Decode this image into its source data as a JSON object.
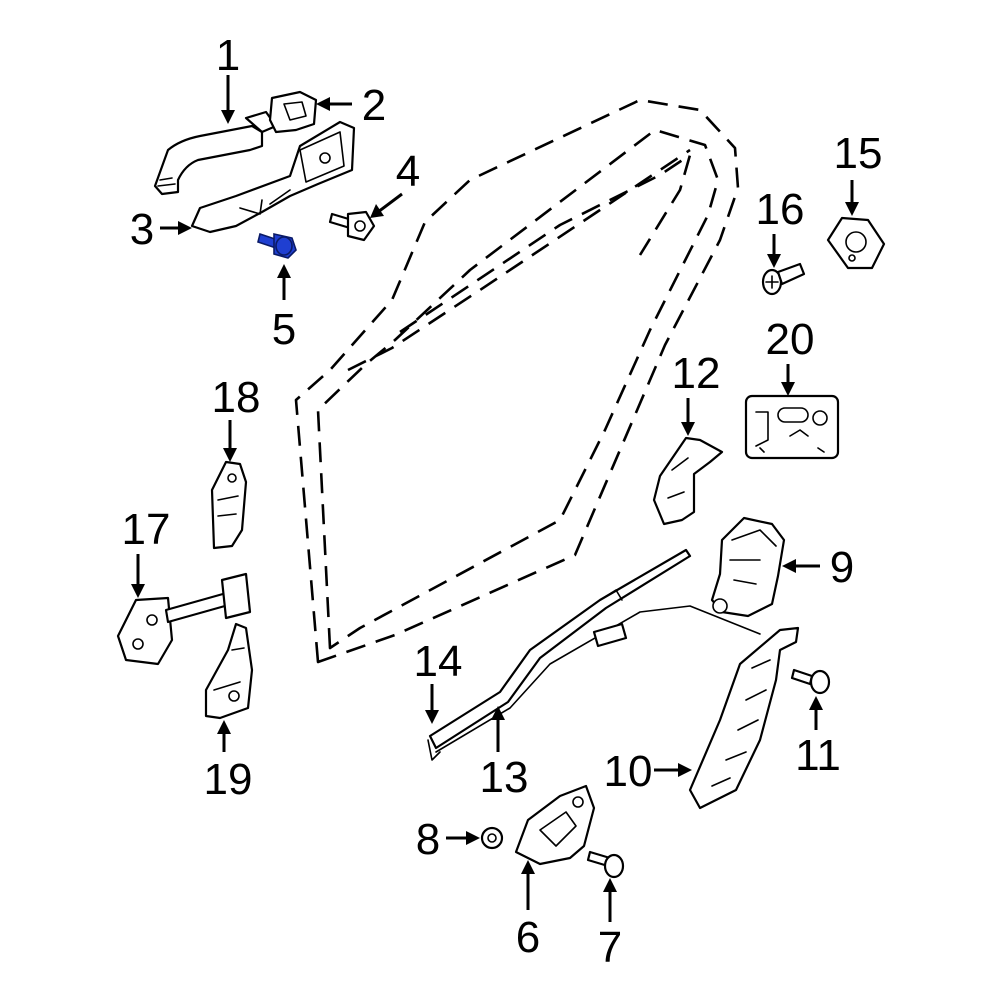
{
  "diagram": {
    "callouts": [
      "1",
      "2",
      "3",
      "4",
      "5",
      "6",
      "7",
      "8",
      "9",
      "10",
      "11",
      "12",
      "13",
      "14",
      "15",
      "16",
      "17",
      "18",
      "19",
      "20"
    ],
    "highlight_color": "#1f3fd1",
    "highlighted_part": "5"
  }
}
